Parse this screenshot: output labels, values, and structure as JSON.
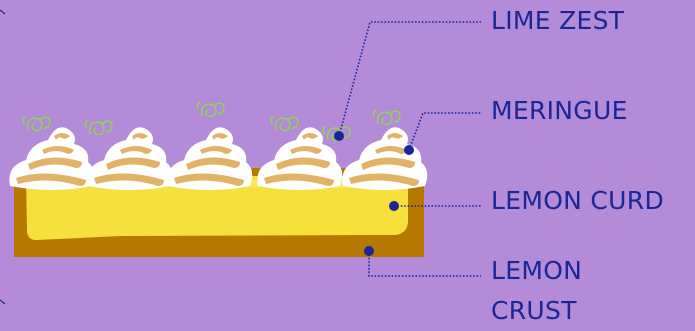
{
  "colors": {
    "background": "#b38bd9",
    "label_text": "#1b2696",
    "crust": "#b77800",
    "curd": "#f6e03c",
    "meringue_white": "#ffffff",
    "meringue_toast": "#e1b268",
    "zest": "#8ed84a"
  },
  "callouts": {
    "lime_zest": "LIME ZEST",
    "meringue": "MERINGUE",
    "lemon_curd": "LEMON CURD",
    "lemon_crust": "LEMON CRUST"
  },
  "icons": [
    "meringue-swirl-icon",
    "lime-zest-curl-icon"
  ]
}
